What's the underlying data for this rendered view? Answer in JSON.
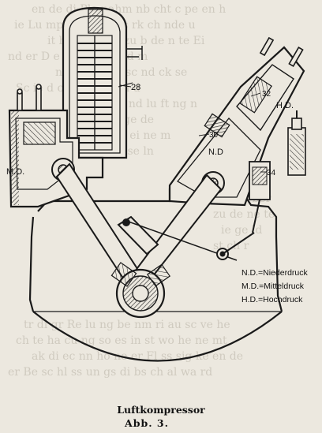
{
  "labels": {
    "md": "M.D.",
    "nd": "N.D",
    "hd": "H.D.",
    "n28": "28",
    "n30": "30",
    "n32": "32",
    "n34": "34"
  },
  "legend": [
    "N.D.=Niederdruck",
    "M.D.=Mitteldruck",
    "H.D.=Hochdruck"
  ],
  "caption": {
    "title": "Luftkompressor",
    "figure": "Abb. 3."
  },
  "colors": {
    "paper": "#ece8df",
    "ink": "#1a1a1a",
    "hatch": "#3a3a3a"
  }
}
